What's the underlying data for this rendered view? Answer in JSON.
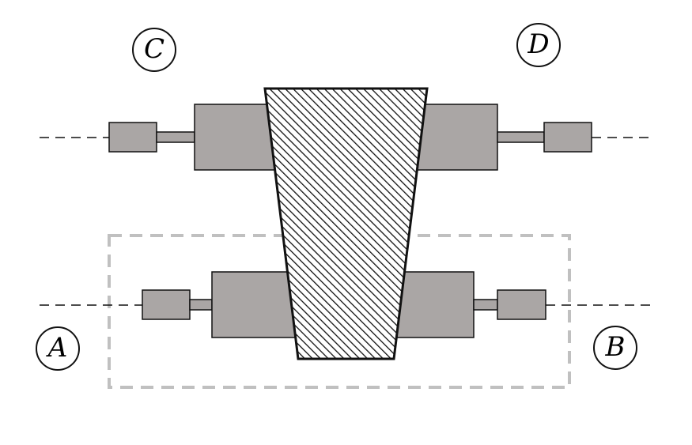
{
  "labels": {
    "a": "A",
    "b": "B",
    "c": "C",
    "d": "D"
  },
  "colors": {
    "component_fill": "#aaa6a5",
    "stroke": "#111111",
    "dashed_box": "#c0c0c0",
    "hatch_background": "#ffffff"
  }
}
